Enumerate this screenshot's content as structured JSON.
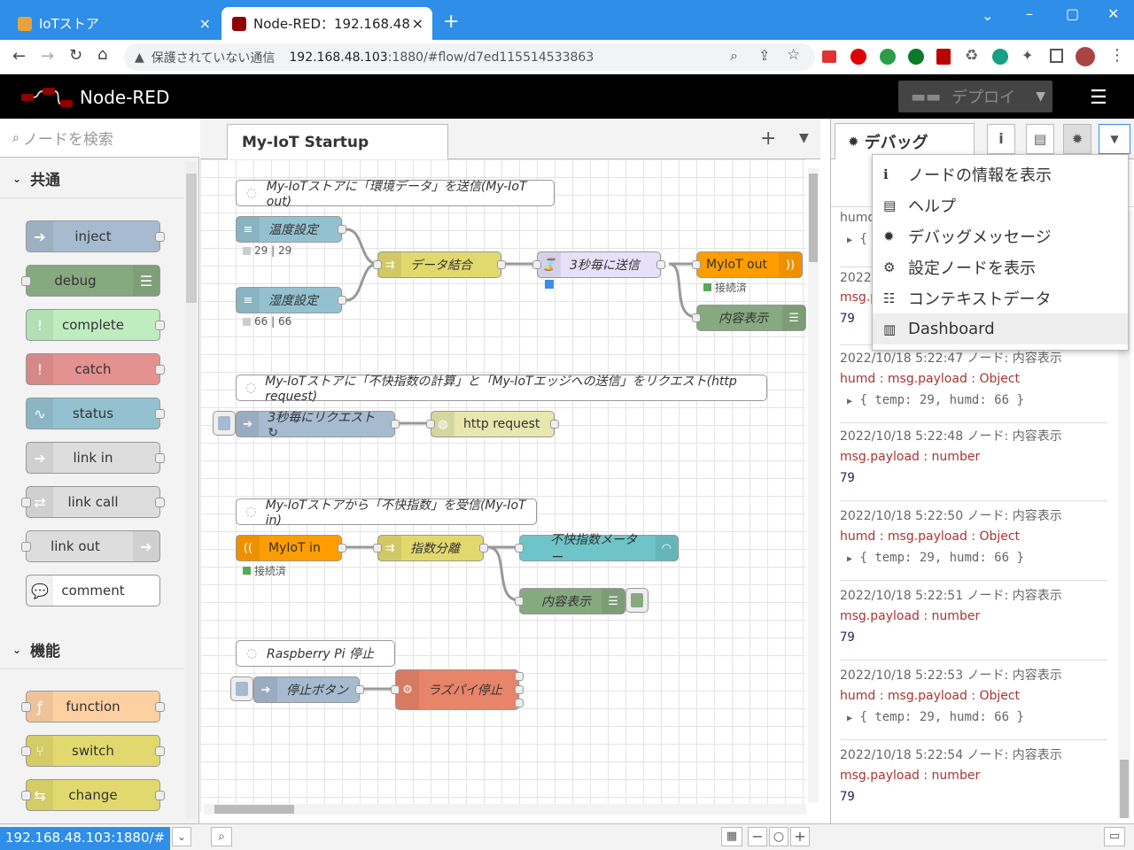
{
  "browser": {
    "tabs": [
      {
        "title": "IoTストア",
        "close": "×"
      },
      {
        "title": "Node-RED：192.168.48",
        "close": "×"
      }
    ],
    "new_tab": "+",
    "window_controls": [
      "⌄",
      "–",
      "▢",
      "✕"
    ],
    "security_label": "保護されていない通信",
    "url_host": "192.168.48.103",
    "url_rest": ":1880/#flow/d7ed115514533863"
  },
  "header": {
    "title": "Node-RED",
    "deploy_label": "デプロイ"
  },
  "palette": {
    "search_placeholder": "ノードを検索",
    "categories": [
      {
        "label": "共通",
        "nodes": [
          "inject",
          "debug",
          "complete",
          "catch",
          "status",
          "link in",
          "link call",
          "link out",
          "comment"
        ]
      },
      {
        "label": "機能",
        "nodes": [
          "function",
          "switch",
          "change"
        ]
      }
    ]
  },
  "workspace": {
    "tab_label": "My-IoT Startup",
    "comments": [
      "My-IoTストアに「環境データ」を送信(My-IoT out)",
      "My-IoTストアに「不快指数の計算」と「My-IoTエッジへの送信」をリクエスト(http request)",
      "My-IoTストアから「不快指数」を受信(My-IoT in)",
      "Raspberry Pi 停止"
    ],
    "nodes": {
      "temp1": "温度設定",
      "temp1_status": "29 | 29",
      "temp2": "湿度設定",
      "temp2_status": "66 | 66",
      "join": "データ結合",
      "delay": "3秒毎に送信",
      "myiot_out": "MyIoT out",
      "myiot_out_status": "接続済",
      "debug1": "内容表示",
      "inject_req": "3秒毎にリクエスト ↻",
      "http": "http request",
      "myiot_in": "MyIoT in",
      "myiot_in_status": "接続済",
      "split": "指数分離",
      "gauge": "不快指数メーター",
      "debug2": "内容表示",
      "stop_btn": "停止ボタン",
      "raspi_stop": "ラズパイ停止"
    }
  },
  "sidebar": {
    "tab_label": "デバッグ",
    "messages": [
      {
        "head": "humd",
        "body": "{",
        "type": "obj"
      },
      {
        "head": "2022/",
        "type_label": "msg.p",
        "value": "79"
      },
      {
        "head": "2022/10/18 5:22:47   ノード: 内容表示",
        "type_label": "humd : msg.payload : Object",
        "value": "{ temp: 29, humd: 66 }"
      },
      {
        "head": "2022/10/18 5:22:48   ノード: 内容表示",
        "type_label": "msg.payload : number",
        "value": "79"
      },
      {
        "head": "2022/10/18 5:22:50   ノード: 内容表示",
        "type_label": "humd : msg.payload : Object",
        "value": "{ temp: 29, humd: 66 }"
      },
      {
        "head": "2022/10/18 5:22:51   ノード: 内容表示",
        "type_label": "msg.payload : number",
        "value": "79"
      },
      {
        "head": "2022/10/18 5:22:53   ノード: 内容表示",
        "type_label": "humd : msg.payload : Object",
        "value": "{ temp: 29, humd: 66 }"
      },
      {
        "head": "2022/10/18 5:22:54   ノード: 内容表示",
        "type_label": "msg.payload : number",
        "value": "79"
      }
    ],
    "menu": [
      {
        "label": "ノードの情報を表示",
        "icon": "info-icon"
      },
      {
        "label": "ヘルプ",
        "icon": "book-icon"
      },
      {
        "label": "デバッグメッセージ",
        "icon": "bug-icon"
      },
      {
        "label": "設定ノードを表示",
        "icon": "gear-icon"
      },
      {
        "label": "コンテキストデータ",
        "icon": "database-icon"
      },
      {
        "label": "Dashboard",
        "icon": "bar-chart-icon"
      }
    ]
  },
  "status_url": "192.168.48.103:1880/#"
}
